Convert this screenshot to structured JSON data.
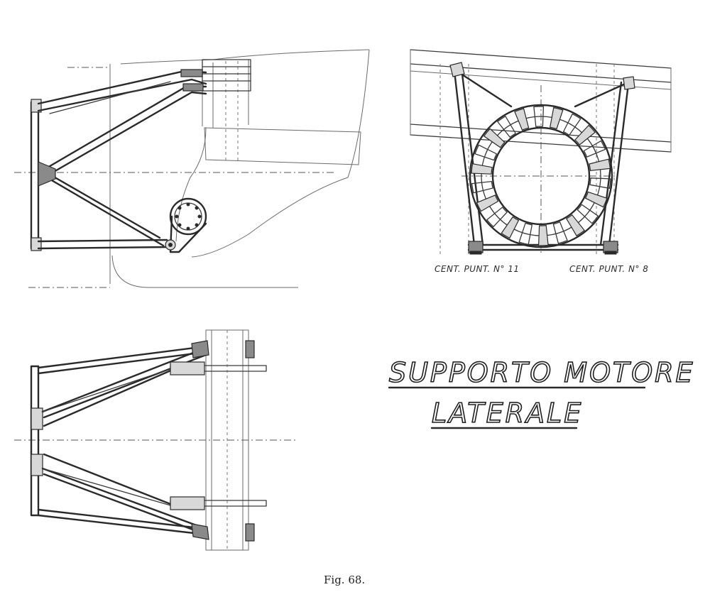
{
  "figure": {
    "caption": "Fig. 68.",
    "title_line_1": "SUPPORTO MOTORE",
    "title_line_2": "LATERALE",
    "label_left": "CENT. PUNT. N° 11",
    "label_right": "CENT. PUNT. N° 8"
  }
}
